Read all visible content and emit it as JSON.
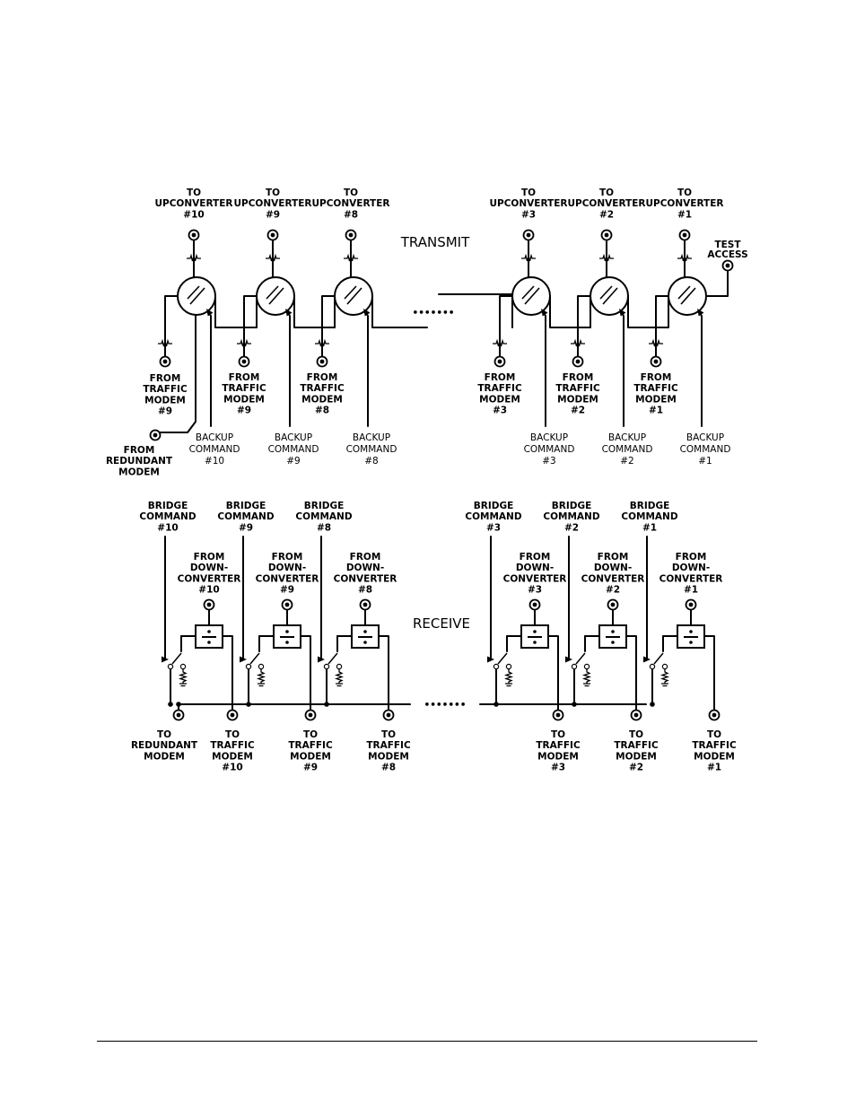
{
  "transmit": {
    "title": "TRANSMIT",
    "test_access": [
      "TEST",
      "ACCESS"
    ],
    "from_redundant": [
      "FROM",
      "REDUNDANT",
      "MODEM"
    ],
    "channels": [
      {
        "up": [
          "TO",
          "UPCONVERTER",
          "#10"
        ],
        "from": [
          "FROM",
          "TRAFFIC",
          "MODEM",
          "#9"
        ],
        "cmd": [
          "BACKUP",
          "COMMAND",
          "#10"
        ]
      },
      {
        "up": [
          "TO",
          "UPCONVERTER",
          "#9"
        ],
        "from": [
          "FROM",
          "TRAFFIC",
          "MODEM",
          "#9"
        ],
        "cmd": [
          "BACKUP",
          "COMMAND",
          "#9"
        ]
      },
      {
        "up": [
          "TO",
          "UPCONVERTER",
          "#8"
        ],
        "from": [
          "FROM",
          "TRAFFIC",
          "MODEM",
          "#8"
        ],
        "cmd": [
          "BACKUP",
          "COMMAND",
          "#8"
        ]
      },
      {
        "up": [
          "TO",
          "UPCONVERTER",
          "#3"
        ],
        "from": [
          "FROM",
          "TRAFFIC",
          "MODEM",
          "#3"
        ],
        "cmd": [
          "BACKUP",
          "COMMAND",
          "#3"
        ]
      },
      {
        "up": [
          "TO",
          "UPCONVERTER",
          "#2"
        ],
        "from": [
          "FROM",
          "TRAFFIC",
          "MODEM",
          "#2"
        ],
        "cmd": [
          "BACKUP",
          "COMMAND",
          "#2"
        ]
      },
      {
        "up": [
          "TO",
          "UPCONVERTER",
          "#1"
        ],
        "from": [
          "FROM",
          "TRAFFIC",
          "MODEM",
          "#1"
        ],
        "cmd": [
          "BACKUP",
          "COMMAND",
          "#1"
        ]
      }
    ]
  },
  "receive": {
    "title": "RECEIVE",
    "to_redundant": [
      "TO",
      "REDUNDANT",
      "MODEM"
    ],
    "channels": [
      {
        "bridge": [
          "BRIDGE",
          "COMMAND",
          "#10"
        ],
        "from": [
          "FROM",
          "DOWN-",
          "CONVERTER",
          "#10"
        ],
        "to": [
          "TO",
          "TRAFFIC",
          "MODEM",
          "#10"
        ]
      },
      {
        "bridge": [
          "BRIDGE",
          "COMMAND",
          "#9"
        ],
        "from": [
          "FROM",
          "DOWN-",
          "CONVERTER",
          "#9"
        ],
        "to": [
          "TO",
          "TRAFFIC",
          "MODEM",
          "#9"
        ]
      },
      {
        "bridge": [
          "BRIDGE",
          "COMMAND",
          "#8"
        ],
        "from": [
          "FROM",
          "DOWN-",
          "CONVERTER",
          "#8"
        ],
        "to": [
          "TO",
          "TRAFFIC",
          "MODEM",
          "#8"
        ]
      },
      {
        "bridge": [
          "BRIDGE",
          "COMMAND",
          "#3"
        ],
        "from": [
          "FROM",
          "DOWN-",
          "CONVERTER",
          "#3"
        ],
        "to": [
          "TO",
          "TRAFFIC",
          "MODEM",
          "#3"
        ]
      },
      {
        "bridge": [
          "BRIDGE",
          "COMMAND",
          "#2"
        ],
        "from": [
          "FROM",
          "DOWN-",
          "CONVERTER",
          "#2"
        ],
        "to": [
          "TO",
          "TRAFFIC",
          "MODEM",
          "#2"
        ]
      },
      {
        "bridge": [
          "BRIDGE",
          "COMMAND",
          "#1"
        ],
        "from": [
          "FROM",
          "DOWN-",
          "CONVERTER",
          "#1"
        ],
        "to": [
          "TO",
          "TRAFFIC",
          "MODEM",
          "#1"
        ]
      }
    ]
  },
  "continuation": "•••••••",
  "colors": {
    "ink": "#000000",
    "paper": "#ffffff"
  }
}
